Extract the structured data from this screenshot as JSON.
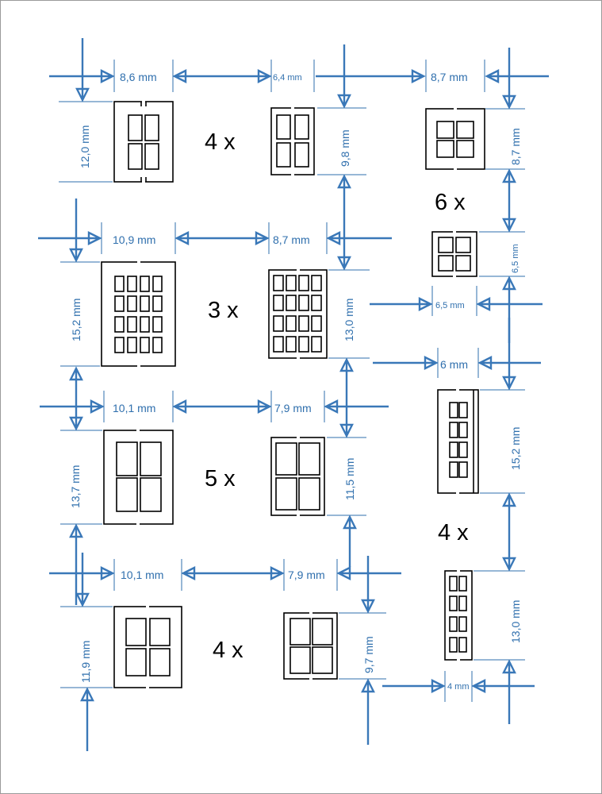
{
  "colors": {
    "dimension": "#2f6fad",
    "outline": "#000000",
    "background": "#ffffff"
  },
  "quantities": {
    "row1": "4 x",
    "right_top": "6 x",
    "row2": "3 x",
    "row3": "5 x",
    "right_bottom": "4 x",
    "row4": "4 x"
  },
  "dimensions": {
    "r1_large_w": "8,6 mm",
    "r1_small_w": "6,4 mm",
    "r1_large_h": "12,0 mm",
    "r1_small_h": "9,8 mm",
    "rt_large_w": "8,7 mm",
    "rt_large_h": "8,7 mm",
    "rt_small_h": "6,5 mm",
    "rt_small_w": "6,5 mm",
    "r2_large_w": "10,9 mm",
    "r2_small_w": "8,7 mm",
    "r2_large_h": "15,2 mm",
    "r2_small_h": "13,0 mm",
    "rb_large_w": "6 mm",
    "rb_large_h": "15,2 mm",
    "rb_small_h": "13,0 mm",
    "rb_small_w": "4 mm",
    "r3_large_w": "10,1 mm",
    "r3_small_w": "7,9 mm",
    "r3_large_h": "13,7 mm",
    "r3_small_h": "11,5 mm",
    "r4_large_w": "10,1 mm",
    "r4_small_w": "7,9 mm",
    "r4_large_h": "11,9 mm",
    "r4_small_h": "9,7 mm"
  }
}
